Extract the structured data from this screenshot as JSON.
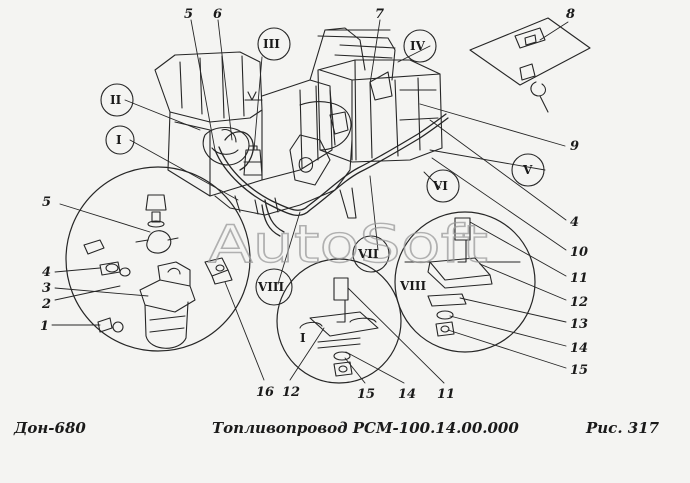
{
  "footer": {
    "model": "Дон-680",
    "title": "Топливопровод РСМ-100.14.00.000",
    "figure": "Рис.  317"
  },
  "watermark": "AutoSoft",
  "callouts": {
    "c5_top": "5",
    "c6": "6",
    "c7": "7",
    "c8": "8",
    "c9": "9",
    "c4_right": "4",
    "c10": "10",
    "c11_a": "11",
    "c12_a": "12",
    "c13": "13",
    "c14_a": "14",
    "c15_a": "15",
    "c5_left": "5",
    "c4_left": "4",
    "c2": "2",
    "c3": "3",
    "c1": "1",
    "c16": "16",
    "c12_b": "12",
    "c15_b": "15",
    "c14_b": "14",
    "c11_b": "11"
  },
  "views": {
    "r2": "II",
    "r1": "I",
    "r3": "III",
    "r4": "IV",
    "r5": "V",
    "r6": "VI",
    "r7": "VII",
    "r8": "VIII",
    "r8_detail": "VIII",
    "r1_detail": "I"
  }
}
